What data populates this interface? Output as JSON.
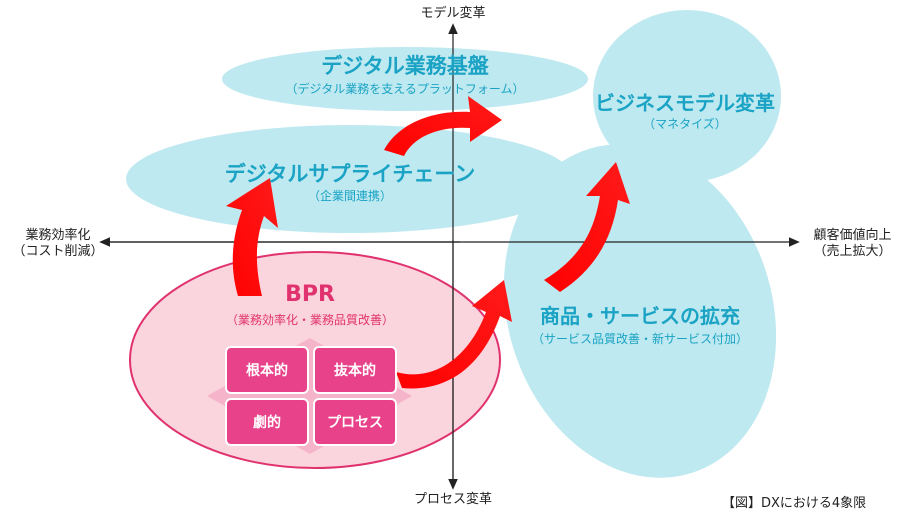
{
  "axes": {
    "top": "モデル変革",
    "bottom": "プロセス変革",
    "left": [
      "業務効率化",
      "（コスト削減）"
    ],
    "right": [
      "顧客価値向上",
      "（売上拡大）"
    ]
  },
  "nodes": {
    "platform": {
      "title": "デジタル業務基盤",
      "subtitle": "（デジタル業務を支えるプラットフォーム）"
    },
    "supply_chain": {
      "title": "デジタルサプライチェーン",
      "subtitle": "（企業間連携）"
    },
    "business_model": {
      "title": "ビジネスモデル変革",
      "subtitle": "（マネタイズ）"
    },
    "products": {
      "title": "商品・サービスの拡充",
      "subtitle": "（サービス品質改善・新サービス付加）"
    },
    "bpr": {
      "title": "BPR",
      "subtitle": "（業務効率化・業務品質改善）",
      "boxes": [
        "根本的",
        "抜本的",
        "劇的",
        "プロセス"
      ]
    }
  },
  "caption": "【図】DXにおける4象限",
  "colors": {
    "teal_fill": "#bfe9f0",
    "teal_text": "#1aa3c4",
    "pink_fill": "#fbd5dd",
    "pink_border": "#e0326e",
    "box_fill": "#e8438a",
    "arrow": "#ff0000"
  }
}
